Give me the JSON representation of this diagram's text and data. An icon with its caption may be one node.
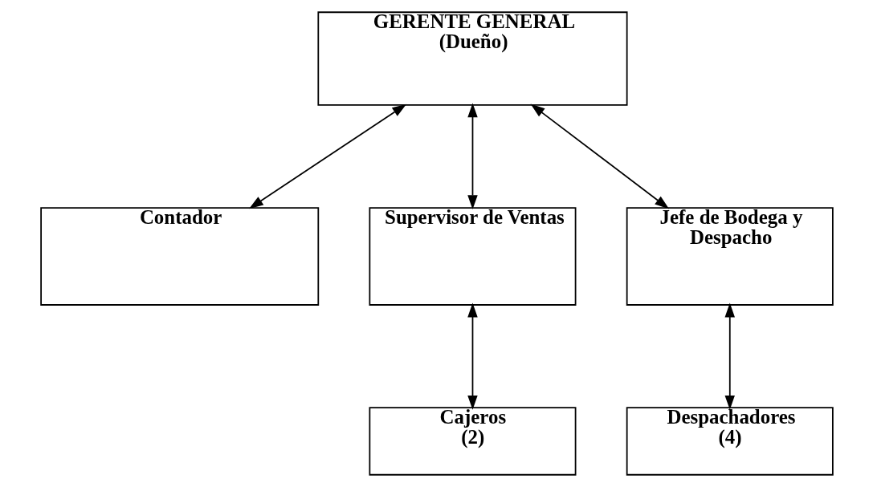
{
  "diagram": {
    "nodes": [
      {
        "text": [
          "GERENTE GENERAL (Dueño)"
        ]
      },
      {
        "text": [
          "Contador"
        ]
      },
      {
        "text": [
          "Supervisor de Ventas"
        ]
      },
      {
        "text": [
          "Jefe de Bodega y Despacho"
        ]
      },
      {
        "text": [
          "Cajeros (2)"
        ]
      },
      {
        "text": [
          "Despachadores (4)"
        ]
      }
    ],
    "edges": [
      {
        "from": 0,
        "to": 1,
        "arrow": "both"
      },
      {
        "from": 0,
        "to": 2,
        "arrow": "both"
      },
      {
        "from": 0,
        "to": 3,
        "arrow": "both"
      },
      {
        "from": 2,
        "to": 4,
        "arrow": "both"
      },
      {
        "from": 3,
        "to": 5,
        "arrow": "both"
      }
    ]
  }
}
